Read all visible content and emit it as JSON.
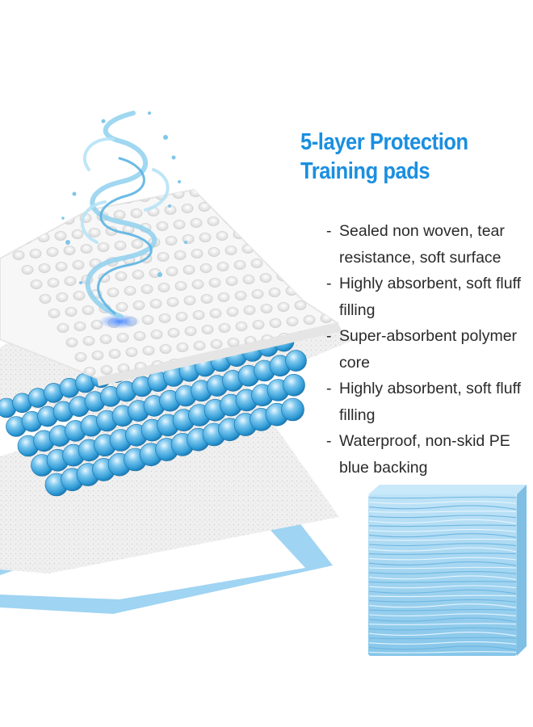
{
  "heading": {
    "line1": "5-layer Protection",
    "line2": "Training pads"
  },
  "layers": [
    {
      "label": "Sealed non woven, tear resistance, soft surface"
    },
    {
      "label": "Highly absorbent, soft fluff filling"
    },
    {
      "label": "Super-absorbent polymer core"
    },
    {
      "label": "Highly absorbent, soft fluff filling"
    },
    {
      "label": "Waterproof, non-skid PE blue backing"
    }
  ],
  "colors": {
    "heading": "#1a8fe0",
    "pad_blue": "#9fd4f2",
    "bead_blue": "#3aa6de",
    "text": "#2a2a2a"
  }
}
